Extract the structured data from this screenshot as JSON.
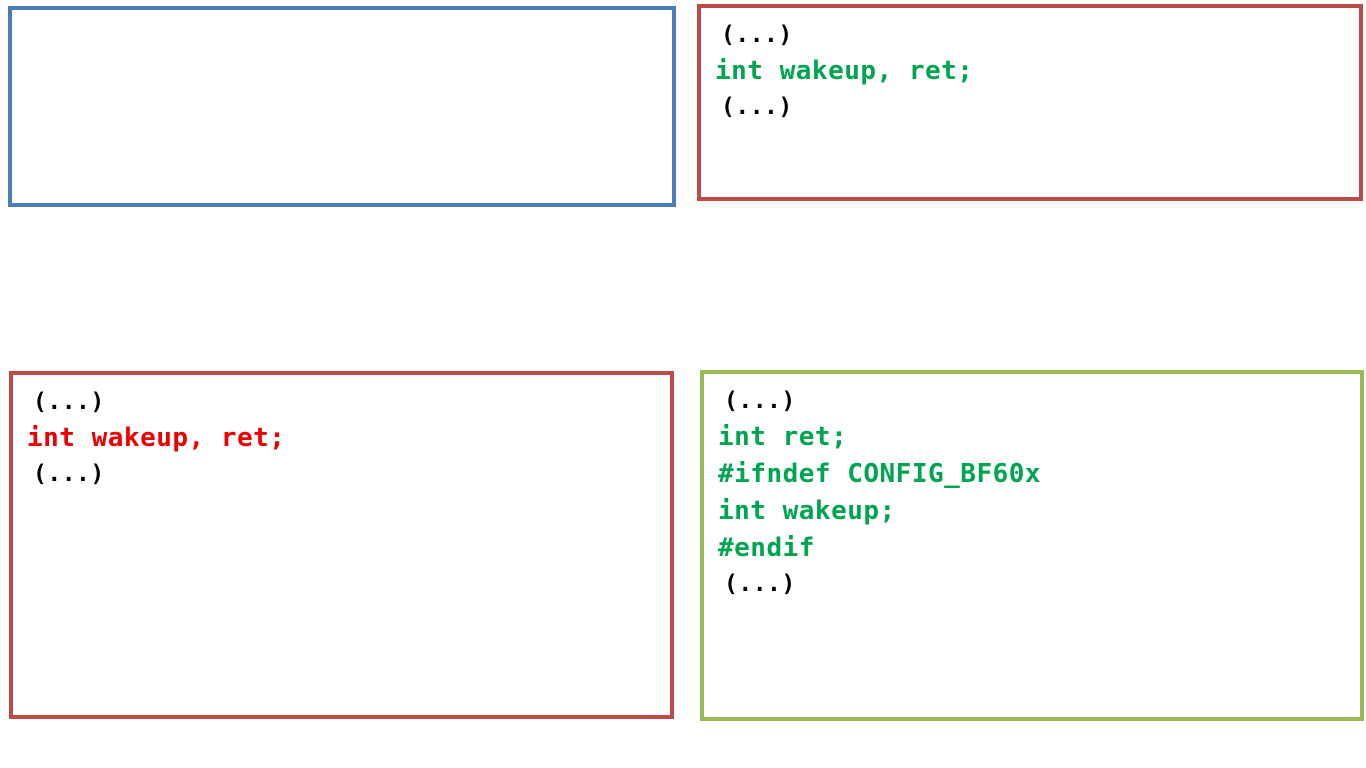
{
  "colors": {
    "border_blue": "#4a7ebb",
    "border_red": "#bf4b48",
    "border_olive": "#9bbb59",
    "text_green": "#00a550",
    "text_red": "#ee0000",
    "text_black": "#000000",
    "background": "#ffffff"
  },
  "panels": [
    {
      "id": "original-empty",
      "border_color": "#4a7ebb",
      "lines": []
    },
    {
      "id": "original-code",
      "border_color": "#bf4b48",
      "lines": [
        {
          "text": "(...)",
          "color": "#000000",
          "style": "ellipsis"
        },
        {
          "text": "int wakeup, ret;",
          "color": "#00a550",
          "style": "stmt"
        },
        {
          "text": "(...)",
          "color": "#000000",
          "style": "ellipsis"
        }
      ]
    },
    {
      "id": "before-patch",
      "border_color": "#bf4b48",
      "lines": [
        {
          "text": "(...)",
          "color": "#000000",
          "style": "ellipsis"
        },
        {
          "text": "int wakeup, ret;",
          "color": "#ee0000",
          "style": "stmt"
        },
        {
          "text": "(...)",
          "color": "#000000",
          "style": "ellipsis"
        }
      ]
    },
    {
      "id": "after-patch",
      "border_color": "#9bbb59",
      "lines": [
        {
          "text": "(...)",
          "color": "#000000",
          "style": "ellipsis"
        },
        {
          "text": "int ret;",
          "color": "#00a550",
          "style": "stmt"
        },
        {
          "text": "#ifndef CONFIG_BF60x",
          "color": "#00a550",
          "style": "stmt"
        },
        {
          "text": "int wakeup;",
          "color": "#00a550",
          "style": "stmt"
        },
        {
          "text": "#endif",
          "color": "#00a550",
          "style": "stmt"
        },
        {
          "text": "(...)",
          "color": "#000000",
          "style": "ellipsis"
        }
      ]
    }
  ]
}
